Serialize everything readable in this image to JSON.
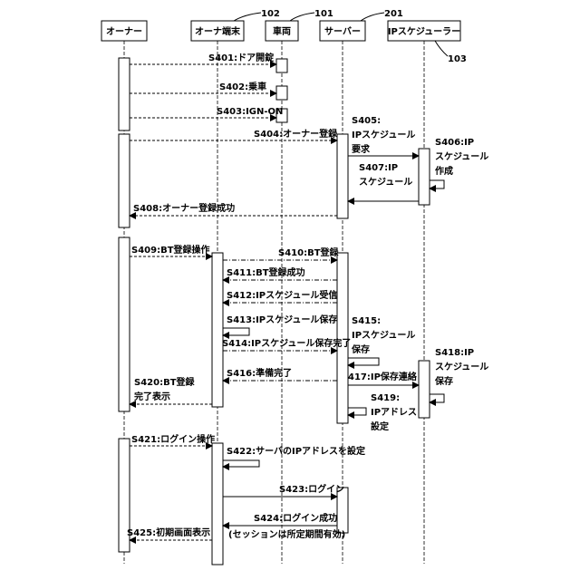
{
  "participants": [
    {
      "id": "owner",
      "label": "オーナー"
    },
    {
      "id": "terminal",
      "label": "オーナ端末",
      "ref": "102"
    },
    {
      "id": "vehicle",
      "label": "車両",
      "ref": "101"
    },
    {
      "id": "server",
      "label": "サーバー",
      "ref": "201"
    },
    {
      "id": "ipsched",
      "label": "IPスケジューラー",
      "ref": "103"
    }
  ],
  "messages": {
    "s401": "S401:ドア開錠",
    "s402": "S402:乗車",
    "s403": "S403:IGN-ON",
    "s404": "S404:オーナー登録",
    "s405": [
      "S405:",
      "IPスケジュール",
      "要求"
    ],
    "s406": [
      "S406:IP",
      "スケジュール",
      "作成"
    ],
    "s407": [
      "S407:IP",
      "スケジュール"
    ],
    "s408": "S408:オーナー登録成功",
    "s409": "S409:BT登録操作",
    "s410": "S410:BT登録",
    "s411": "S411:BT登録成功",
    "s412": "S412:IPスケジュール受信",
    "s413": "S413:IPスケジュール保存",
    "s414": "S414:IPスケジュール保存完了",
    "s415": [
      "S415:",
      "IPスケジュール",
      "保存"
    ],
    "s416": "S416:準備完了",
    "s417": "417:IP保存連絡",
    "s418": [
      "S418:IP",
      "スケジュール",
      "保存"
    ],
    "s419": [
      "S419:",
      "IPアドレス",
      "設定"
    ],
    "s420": [
      "S420:BT登録",
      "完了表示"
    ],
    "s421": "S421:ログイン操作",
    "s422": "S422:サーバのIPアドレスを設定",
    "s423": "S423:ログイン",
    "s424": "S424:ログイン成功",
    "s424_note": "(セッションは所定期間有効)",
    "s425": "S425:初期画面表示"
  }
}
